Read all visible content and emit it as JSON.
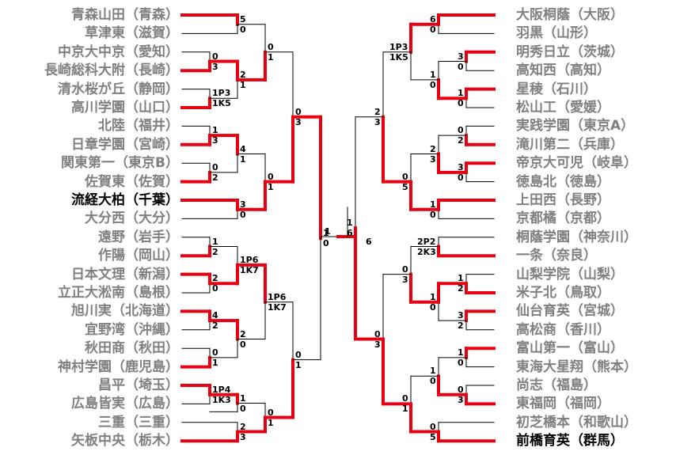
{
  "colors": {
    "win": "#e60012",
    "lose": "#000000",
    "team_text": "#808080",
    "highlight_text": "#000000"
  },
  "left_teams": [
    {
      "name": "青森山田（青森）"
    },
    {
      "name": "草津東（滋賀）"
    },
    {
      "name": "中京大中京（愛知）"
    },
    {
      "name": "長崎総科大附（長崎）"
    },
    {
      "name": "清水桜が丘（静岡）"
    },
    {
      "name": "高川学園（山口）"
    },
    {
      "name": "北陸（福井）"
    },
    {
      "name": "日章学園（宮崎）"
    },
    {
      "name": "関東第一（東京B）"
    },
    {
      "name": "佐賀東（佐賀）"
    },
    {
      "name": "流経大柏（千葉）"
    },
    {
      "name": "大分西（大分）"
    },
    {
      "name": "遠野（岩手）"
    },
    {
      "name": "作陽（岡山）"
    },
    {
      "name": "日本文理（新潟）"
    },
    {
      "name": "立正大淞南（島根）"
    },
    {
      "name": "旭川実（北海道）"
    },
    {
      "name": "宜野湾（沖縄）"
    },
    {
      "name": "秋田商（秋田）"
    },
    {
      "name": "神村学園（鹿児島）"
    },
    {
      "name": "昌平（埼玉）"
    },
    {
      "name": "広島皆実（広島）"
    },
    {
      "name": "三重（三重）"
    },
    {
      "name": "矢板中央（栃木）"
    }
  ],
  "right_teams": [
    {
      "name": "大阪桐蔭（大阪）"
    },
    {
      "name": "羽黒（山形）"
    },
    {
      "name": "明秀日立（茨城）"
    },
    {
      "name": "高知西（高知）"
    },
    {
      "name": "星稜（石川）"
    },
    {
      "name": "松山工（愛媛）"
    },
    {
      "name": "実践学園（東京A）"
    },
    {
      "name": "滝川第二（兵庫）"
    },
    {
      "name": "帝京大可児（岐阜）"
    },
    {
      "name": "徳島北（徳島）"
    },
    {
      "name": "上田西（長野）"
    },
    {
      "name": "京都橘（京都）"
    },
    {
      "name": "桐蔭学園（神奈川）"
    },
    {
      "name": "一条（奈良）"
    },
    {
      "name": "山梨学院（山梨）"
    },
    {
      "name": "米子北（鳥取）"
    },
    {
      "name": "仙台育英（宮城）"
    },
    {
      "name": "高松商（香川）"
    },
    {
      "name": "富山第一（富山）"
    },
    {
      "name": "東海大星翔（熊本）"
    },
    {
      "name": "尚志（福島）"
    },
    {
      "name": "東福岡（福岡）"
    },
    {
      "name": "初芝橋本（和歌山）"
    },
    {
      "name": "前橋育英（群馬）"
    }
  ],
  "champion": "前橋育英（群馬）",
  "semifinalist": "流経大柏（千葉）",
  "left_first_round": [
    {
      "top_score": "0",
      "bottom_score": "3"
    },
    {
      "top_score": "1P3",
      "bottom_score": "1K5"
    },
    {
      "top_score": "1",
      "bottom_score": "3"
    },
    {
      "top_score": "0",
      "bottom_score": "2"
    },
    {
      "top_score": "1",
      "bottom_score": "2"
    },
    {
      "top_score": "2",
      "bottom_score": "0"
    },
    {
      "top_score": "4",
      "bottom_score": "2"
    },
    {
      "top_score": "0",
      "bottom_score": "1"
    },
    {
      "top_score": "1P4",
      "bottom_score": "1K3"
    }
  ],
  "left_second_round": [
    {
      "top_score": "5",
      "bottom_score": "0"
    },
    {
      "top_score": "2",
      "bottom_score": "1"
    },
    {
      "top_score": "4",
      "bottom_score": "1"
    },
    {
      "top_score": "3",
      "bottom_score": "0"
    },
    {
      "top_score": "1P6",
      "bottom_score": "1K7"
    },
    {
      "top_score": "2",
      "bottom_score": "0"
    },
    {
      "top_score": "1",
      "bottom_score": "0"
    },
    {
      "top_score": "2",
      "bottom_score": "3"
    }
  ],
  "left_third_round": [
    {
      "top_score": "0",
      "bottom_score": "1"
    },
    {
      "top_score": "0",
      "bottom_score": "1"
    },
    {
      "top_score": "0",
      "bottom_score": "1"
    }
  ],
  "left_quarterfinal": [
    {
      "top_score": "0",
      "bottom_score": "3"
    },
    {
      "top_score": "0",
      "bottom_score": "1"
    }
  ],
  "left_semifinal": {
    "top_score": "1",
    "bottom_score": "0"
  },
  "final": {
    "left_score": "1",
    "right_score": "6"
  },
  "right_semifinal": {
    "top_score": "1",
    "bottom_score": "6"
  },
  "right_quarterfinal": [
    {
      "top_score": "2",
      "bottom_score": "3"
    },
    {
      "top_score": "0",
      "bottom_score": "3"
    }
  ],
  "right_third_round": [
    {
      "top_score": "1P3",
      "bottom_score": "1K5"
    },
    {
      "top_score": "0",
      "bottom_score": "5"
    },
    {
      "top_score": "0",
      "bottom_score": "3"
    },
    {
      "top_score": "0",
      "bottom_score": "1"
    }
  ],
  "right_second_round": [
    {
      "top_score": "6",
      "bottom_score": "0"
    },
    {
      "top_score": "1",
      "bottom_score": "0"
    },
    {
      "top_score": "2",
      "bottom_score": "3"
    },
    {
      "top_score": "1",
      "bottom_score": "0"
    },
    {
      "top_score": "2P2",
      "bottom_score": "2K3"
    },
    {
      "top_score": "1",
      "bottom_score": "0"
    },
    {
      "top_score": "1",
      "bottom_score": "0"
    },
    {
      "top_score": "0",
      "bottom_score": "5"
    }
  ],
  "right_first_round": [
    {
      "top_score": "3",
      "bottom_score": "0"
    },
    {
      "top_score": "1",
      "bottom_score": "0"
    },
    {
      "top_score": "0",
      "bottom_score": "2"
    },
    {
      "top_score": "3",
      "bottom_score": "0"
    },
    {
      "top_score": "1",
      "bottom_score": "2"
    },
    {
      "top_score": "3",
      "bottom_score": "2"
    },
    {
      "top_score": "1",
      "bottom_score": "0"
    },
    {
      "top_score": "0",
      "bottom_score": "3"
    }
  ]
}
